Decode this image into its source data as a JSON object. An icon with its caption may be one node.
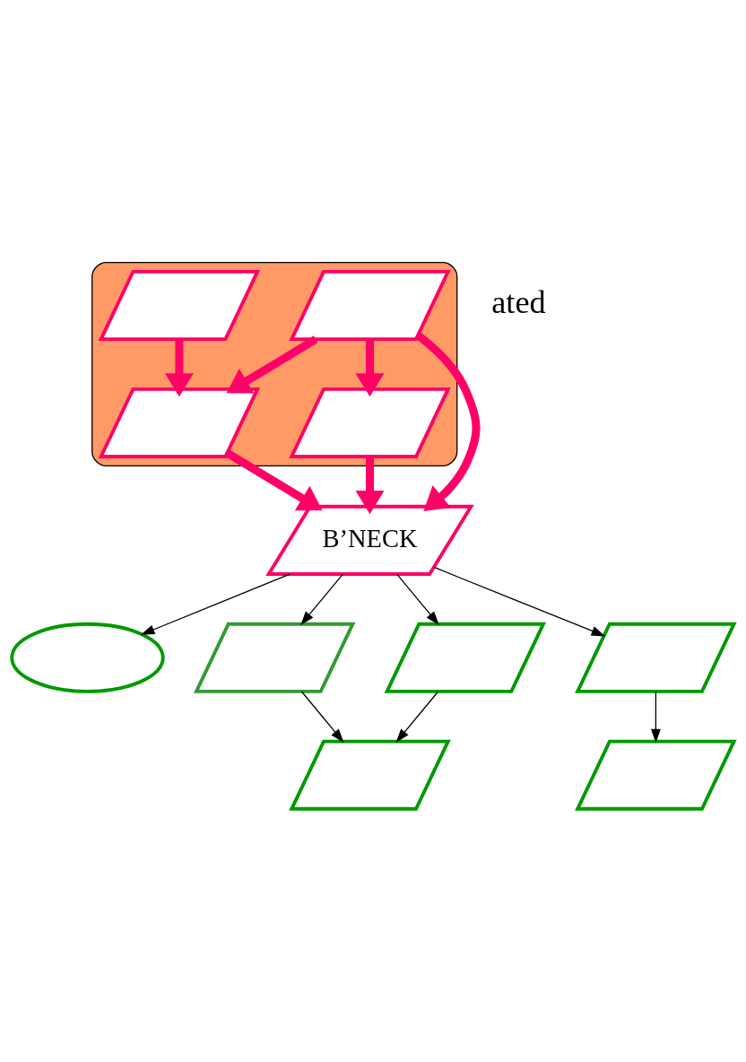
{
  "diagram": {
    "nodes": [
      {
        "text": [],
        "shape": "cloud"
      },
      {
        "text": [],
        "shape": "parallelogram",
        "in": 0
      },
      {
        "text": [],
        "shape": "parallelogram",
        "in": 0
      },
      {
        "text": [],
        "shape": "parallelogram",
        "in": 0
      },
      {
        "text": [],
        "shape": "parallelogram",
        "in": 0
      },
      {
        "text": [
          "B’NECK"
        ]
      },
      {
        "text": [],
        "shape": "ellipse"
      },
      {
        "text": [],
        "shape": "parallelogram"
      },
      {
        "text": [],
        "shape": "parallelogram"
      },
      {
        "text": [],
        "shape": "parallelogram"
      },
      {
        "text": [],
        "shape": "parallelogram"
      },
      {
        "text": [],
        "shape": "parallelogram"
      }
    ],
    "edges": [
      {
        "from": 1,
        "to": 3,
        "arrow": "to",
        "style": "thick",
        "color": "#ff0066"
      },
      {
        "from": 2,
        "to": 3,
        "arrow": "to",
        "style": "thick",
        "color": "#ff0066"
      },
      {
        "from": 2,
        "to": 5,
        "arrow": "to",
        "style": "thick",
        "color": "#ff0066"
      },
      {
        "from": 2,
        "to": 4,
        "arrow": "to",
        "style": "thick",
        "color": "#ff0066"
      },
      {
        "from": 3,
        "to": 5,
        "arrow": "to",
        "style": "thick",
        "color": "#ff0066"
      },
      {
        "from": 4,
        "to": 5,
        "arrow": "to",
        "style": "thick",
        "color": "#ff0066"
      },
      {
        "from": 5,
        "to": 6,
        "arrow": "to"
      },
      {
        "from": 5,
        "to": 7,
        "arrow": "to"
      },
      {
        "from": 5,
        "to": 8,
        "arrow": "to"
      },
      {
        "from": 5,
        "to": 9,
        "arrow": "to"
      },
      {
        "from": 7,
        "to": 10,
        "arrow": "to"
      },
      {
        "from": 8,
        "to": 10,
        "arrow": "to"
      },
      {
        "from": 9,
        "to": 11,
        "arrow": "to"
      }
    ],
    "labels": [
      "ated"
    ]
  }
}
